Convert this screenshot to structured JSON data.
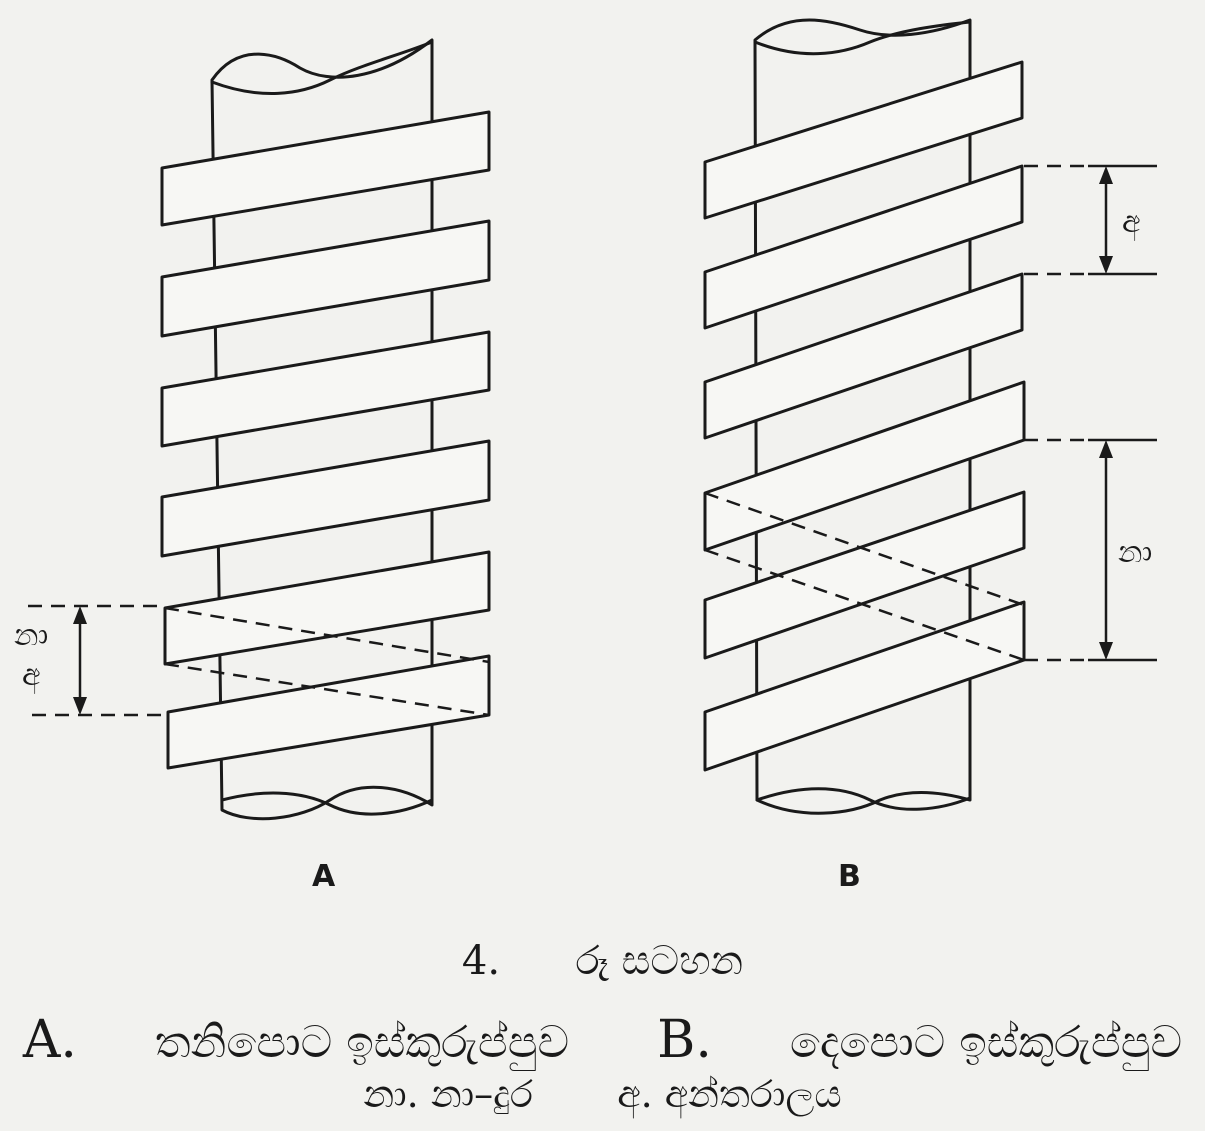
{
  "figure": {
    "left_label": "A",
    "right_label": "B",
    "dim_left_top": "නා",
    "dim_left_bottom": "අ",
    "dim_right_upper": "අ",
    "dim_right_lower": "නා"
  },
  "caption": {
    "number": "4.",
    "title": "රූ සටහන",
    "a_marker": "A.",
    "a_text": "තනිපොට ඉස්කුරුප්පුව",
    "b_marker": "B.",
    "b_text": "දෙපොට ඉස්කුරුප්පුව",
    "legend_1": "නා. නා–දුර",
    "legend_2": "අ. අන්තරාලය"
  }
}
